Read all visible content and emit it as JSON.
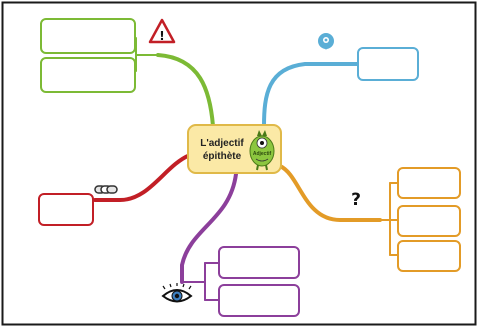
{
  "center": {
    "title_line1": "L'adjectif",
    "title_line2": "épithète",
    "mascot_label": "Adjectif"
  },
  "branches": {
    "top_left": {
      "color": "#7cba35",
      "icon": "warning-icon",
      "warning_mark": "!",
      "box_count": 2
    },
    "top_right": {
      "color": "#5aaed6",
      "icon": "location-pin-icon",
      "box_count": 1
    },
    "right": {
      "color": "#e39b27",
      "icon": "question-mark-icon",
      "question_mark": "?",
      "box_count": 3
    },
    "left": {
      "color": "#c21f26",
      "icon": "chain-link-icon",
      "box_count": 1
    },
    "bottom": {
      "color": "#8c3f9b",
      "icon": "eye-icon",
      "box_count": 2
    }
  }
}
